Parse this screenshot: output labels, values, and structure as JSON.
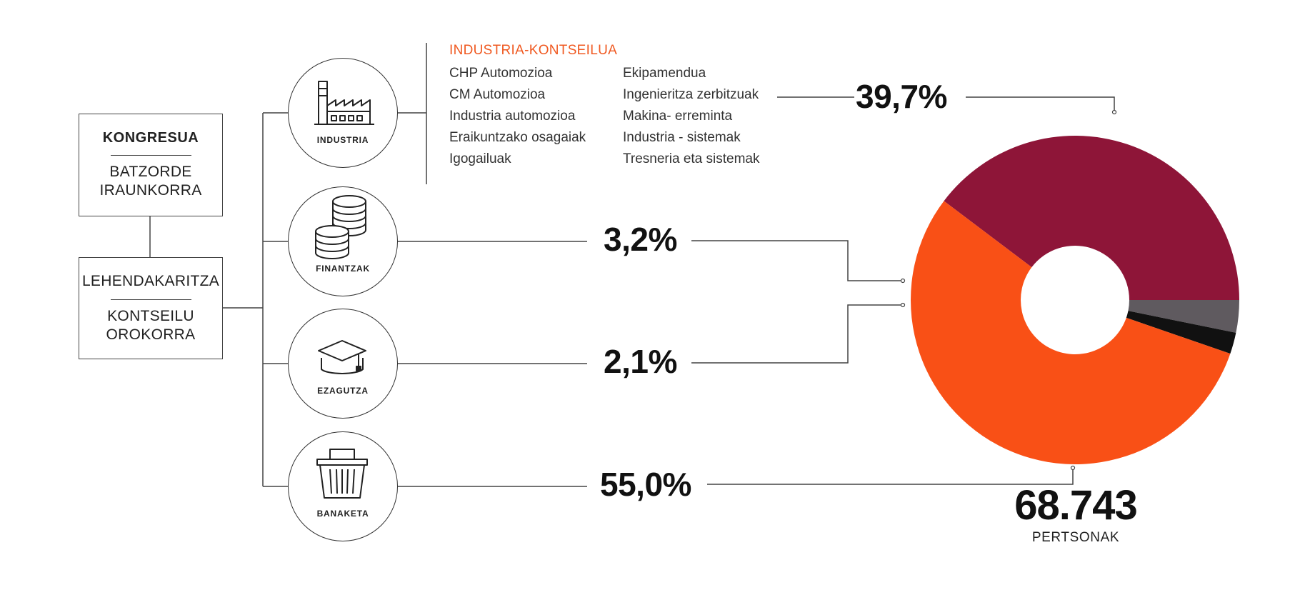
{
  "org": {
    "kongresua": {
      "title": "KONGRESUA",
      "subtitle": "BATZORDE\nIRAUNKORRA"
    },
    "lehendakaritza": {
      "title": "LEHENDAKARITZA",
      "subtitle": "KONTSEILU\nOROKORRA"
    }
  },
  "divisions": [
    {
      "label": "INDUSTRIA",
      "icon": "factory-icon",
      "percent": "39,7%"
    },
    {
      "label": "FINANTZAK",
      "icon": "coins-icon",
      "percent": "3,2%"
    },
    {
      "label": "EZAGUTZA",
      "icon": "graduation-cap-icon",
      "percent": "2,1%"
    },
    {
      "label": "BANAKETA",
      "icon": "basket-icon",
      "percent": "55,0%"
    }
  ],
  "industria_council": {
    "title": "INDUSTRIA-KONTSEILUA",
    "column1": [
      "CHP Automozioa",
      "CM Automozioa",
      "Industria automozioa",
      "Eraikuntzako osagaiak",
      "Igogailuak"
    ],
    "column2": [
      "Ekipamendua",
      "Ingenieritza zerbitzuak",
      "Makina- erreminta",
      "Industria - sistemak",
      "Tresneria eta sistemak"
    ]
  },
  "total": {
    "value": "68.743",
    "label": "PERTSONAK"
  },
  "chart_data": {
    "type": "pie",
    "categories": [
      "INDUSTRIA",
      "FINANTZAK",
      "EZAGUTZA",
      "BANAKETA"
    ],
    "values": [
      39.7,
      3.2,
      2.1,
      55.0
    ],
    "colors": [
      "#8e1538",
      "#5f5a5f",
      "#111111",
      "#f95016"
    ],
    "donut": true
  },
  "colors": {
    "accent": "#f05a22",
    "line": "#444444"
  }
}
